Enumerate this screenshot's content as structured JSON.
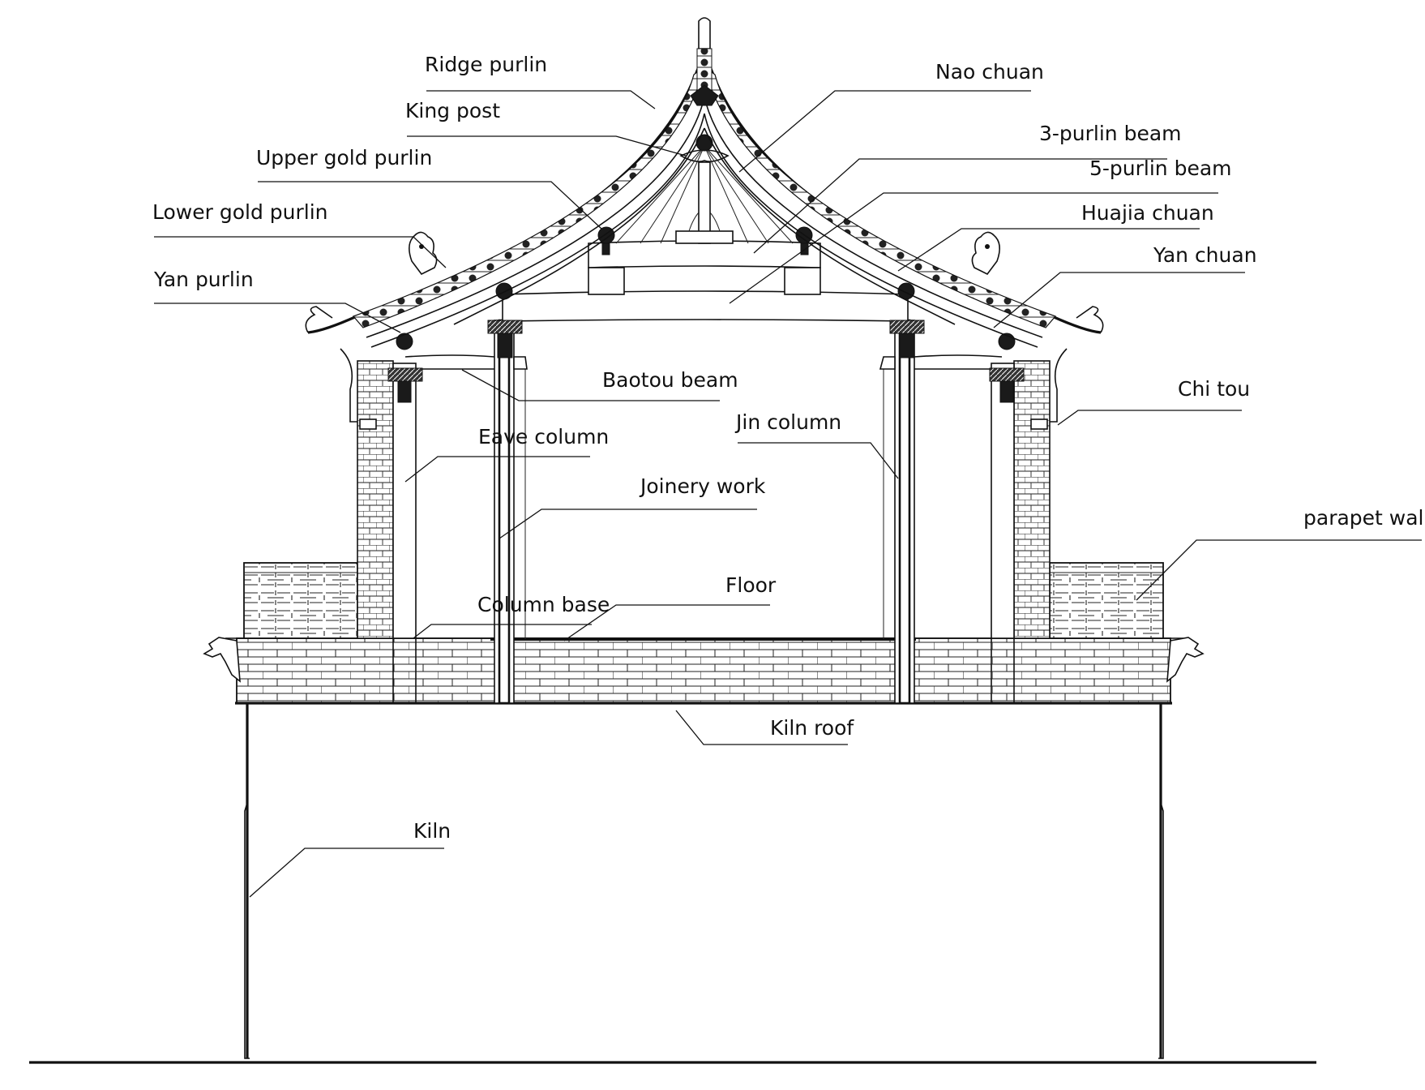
{
  "labels": {
    "ridge_purlin": "Ridge purlin",
    "king_post": "King post",
    "upper_gold_purlin": "Upper gold purlin",
    "lower_gold_purlin": "Lower gold purlin",
    "yan_purlin": "Yan purlin",
    "nao_chuan": "Nao chuan",
    "three_purlin_beam": "3-purlin beam",
    "five_purlin_beam": "5-purlin beam",
    "huajia_chuan": "Huajia chuan",
    "yan_chuan": "Yan chuan",
    "baotou_beam": "Baotou beam",
    "chi_tou": "Chi tou",
    "jin_column": "Jin column",
    "eave_column": "Eave column",
    "joinery_work": "Joinery work",
    "parapet_wall": "parapet wall",
    "floor": "Floor",
    "column_base": "Column base",
    "kiln_roof": "Kiln roof",
    "kiln": "Kiln"
  }
}
